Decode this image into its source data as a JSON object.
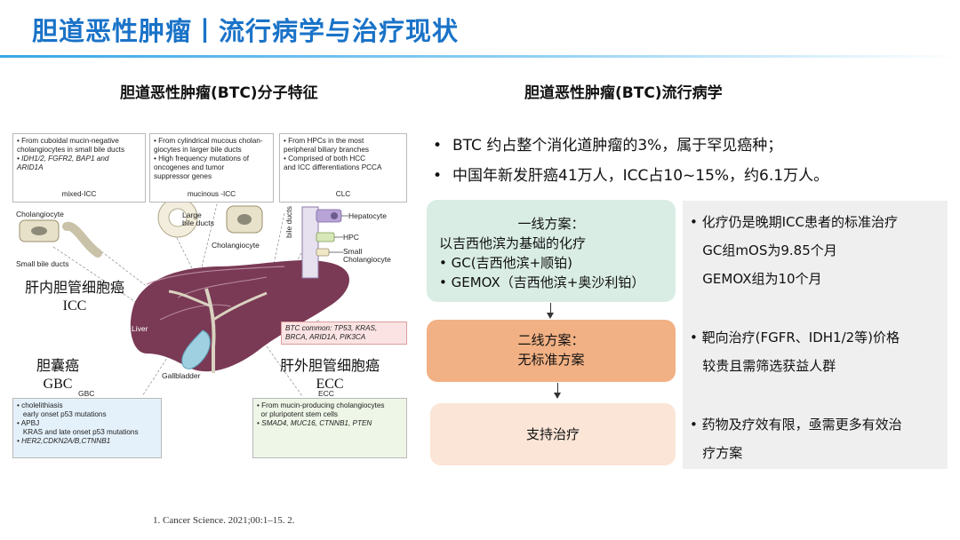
{
  "title": "胆道恶性肿瘤丨流行病学与治疗现状",
  "left": {
    "heading": "胆道恶性肿瘤(BTC)分子特征",
    "figure": {
      "box_mixed": {
        "lines": [
          "• From cuboidal mucin-negative",
          "cholangiocytes in small bile ducts",
          "• IDH1/2, FGFR2, BAP1 and",
          "ARID1A"
        ],
        "foot": "mixed-ICC"
      },
      "box_mucinous": {
        "lines": [
          "• From cylindrical mucous cholan-",
          "giocytes in larger bile ducts",
          "• High frequency mutations of",
          "oncogenes and tumor",
          "suppressor genes"
        ],
        "foot": "mucinous -ICC"
      },
      "box_clc": {
        "lines": [
          "• From HPCs in the most",
          "peripheral biliary branches",
          "• Comprised of both HCC",
          "and ICC differentiations PCCA"
        ],
        "foot": "CLC"
      },
      "labels": {
        "cholangiocyte_left": "Cholangiocyte",
        "small_bile_ducts": "Small bile ducts",
        "large_bile_ducts": "Large\nbile ducts",
        "cholangiocyte_mid": "Cholangiocyte",
        "hepatocyte": "Hepatocyte",
        "hpc": "HPC",
        "small_cholangiocyte": "Small\nCholangiocyte",
        "bile_ducts_vertical": "bile ducts",
        "liver": "Liver",
        "gallbladder": "Gallbladder",
        "gbc_small": "GBC",
        "ecc_small": "ECC"
      },
      "btc_common": [
        "BTC common: TP53, KRAS,",
        "BRCA, ARID1A, PIK3CA"
      ],
      "box_gbc": {
        "lines": [
          "• cholelithiasis",
          "   early onset p53 mutations",
          "• APBJ",
          "   KRAS and late onset p53 mutations",
          "• HER2,CDKN2A/B,CTNNB1"
        ]
      },
      "box_ecc": {
        "lines": [
          "• From mucin-producing cholangiocytes",
          "  or pluripotent stem cells",
          "",
          "• SMAD4, MUC16, CTNNB1, PTEN"
        ]
      },
      "cn_icc": {
        "cn": "肝内胆管细胞癌",
        "en": "ICC"
      },
      "cn_gbc": {
        "cn": "胆囊癌",
        "en": "GBC"
      },
      "cn_ecc": {
        "cn": "肝外胆管细胞癌",
        "en": "ECC"
      }
    },
    "reference": "1. Cancer Science. 2021;00:1–15.  2."
  },
  "right": {
    "heading": "胆道恶性肿瘤(BTC)流行病学",
    "bullets": [
      "BTC 约占整个消化道肿瘤的3%，属于罕见癌种；",
      "中国年新发肝癌41万人，ICC占10~15%，约6.1万人。"
    ],
    "card1": {
      "title": "一线方案：",
      "line1": "以吉西他滨为基础的化疗",
      "line2": "• GC(吉西他滨+顺铂)",
      "line3": "• GEMOX（吉西他滨+奥沙利铂）"
    },
    "card2": {
      "title": "二线方案：",
      "line1": "无标准方案"
    },
    "card3": {
      "title": "支持治疗"
    },
    "notes": {
      "n1": [
        "• 化疗仍是晚期ICC患者的标准治疗",
        "   GC组mOS为9.85个月",
        "   GEMOX组为10个月"
      ],
      "n2": [
        "• 靶向治疗(FGFR、IDH1/2等)价格",
        "   较贵且需筛选获益人群"
      ],
      "n3": [
        "• 药物及疗效有限，亟需更多有效治",
        "   疗方案"
      ]
    }
  },
  "colors": {
    "title": "#1a73c8",
    "card1": "#d9ede4",
    "card2": "#f2b184",
    "card3": "#fae5d6",
    "gray_panel": "#efefef"
  }
}
